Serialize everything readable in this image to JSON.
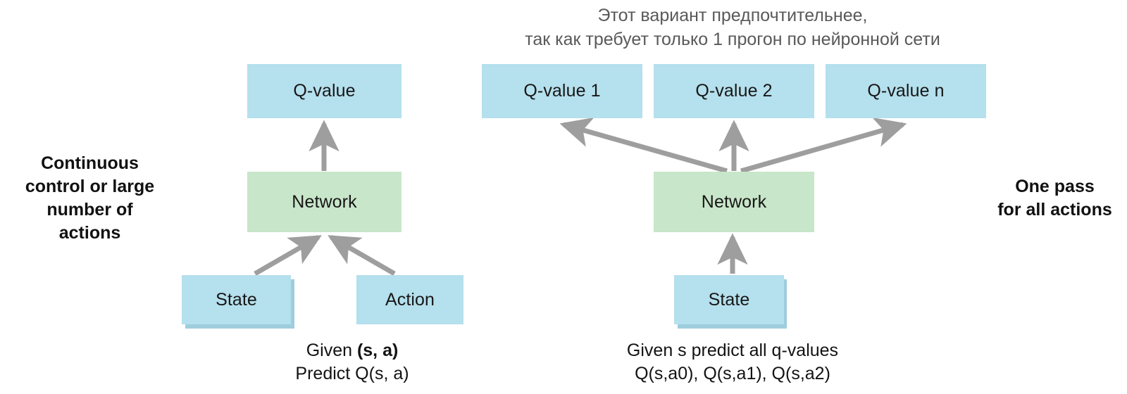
{
  "palette": {
    "box_blue": "#b5e0ed",
    "box_blue_shadow": "#9ecddd",
    "box_green": "#c8e6c9",
    "arrow_gray": "#9e9e9e",
    "heading_gray": "#595959",
    "text_black": "#1a1a1a",
    "background": "#ffffff"
  },
  "heading": {
    "line1": "Этот вариант предпочтительнее,",
    "line2": "так как требует только 1 прогон по нейронной сети"
  },
  "left_annotation": {
    "line1": "Continuous",
    "line2": "control or large",
    "line3": "number of",
    "line4": "actions"
  },
  "right_annotation": {
    "line1": "One pass",
    "line2": "for all actions"
  },
  "left_diagram": {
    "output_box": {
      "label": "Q-value"
    },
    "network_box": {
      "label": "Network"
    },
    "input_boxes": [
      {
        "label": "State",
        "stacked": true
      },
      {
        "label": "Action",
        "stacked": false
      }
    ],
    "caption": {
      "line1_prefix": "Given ",
      "line1_bold": "(s, a)",
      "line2": "Predict Q(s, a)"
    }
  },
  "right_diagram": {
    "output_boxes": [
      {
        "label": "Q-value 1"
      },
      {
        "label": "Q-value 2"
      },
      {
        "label": "Q-value n"
      }
    ],
    "network_box": {
      "label": "Network"
    },
    "input_boxes": [
      {
        "label": "State",
        "stacked": true
      }
    ],
    "caption": {
      "line1": "Given s predict all q-values",
      "line2": "Q(s,a0), Q(s,a1), Q(s,a2)"
    }
  }
}
